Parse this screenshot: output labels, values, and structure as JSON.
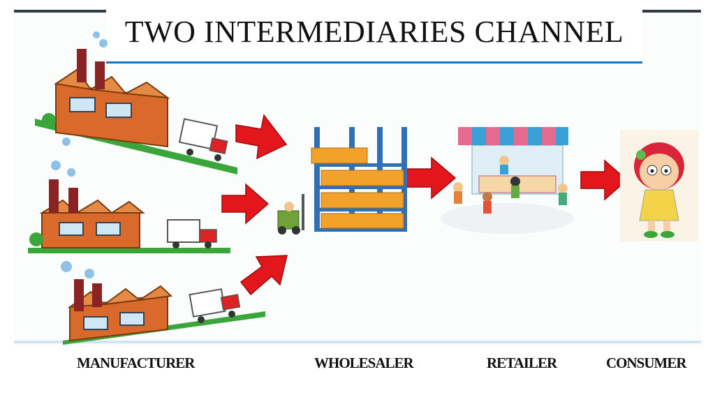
{
  "title": "TWO INTERMEDIARIES CHANNEL",
  "labels": {
    "manufacturer": "MANUFACTURER",
    "wholesaler": "WHOLESALER",
    "retailer": "RETAILER",
    "consumer": "CONSUMER"
  },
  "colors": {
    "arrow": "#e3161b",
    "factory": "#d96a2b",
    "grass": "#3aa63a",
    "rack": "#2f6fb5",
    "box": "#f2a22a",
    "awning_pink": "#e56a8f",
    "awning_blue": "#3aa1d6"
  },
  "icons": [
    "factory-icon",
    "truck-icon",
    "arrow-icon",
    "warehouse-icon",
    "forklift-icon",
    "shop-icon",
    "girl-icon"
  ]
}
